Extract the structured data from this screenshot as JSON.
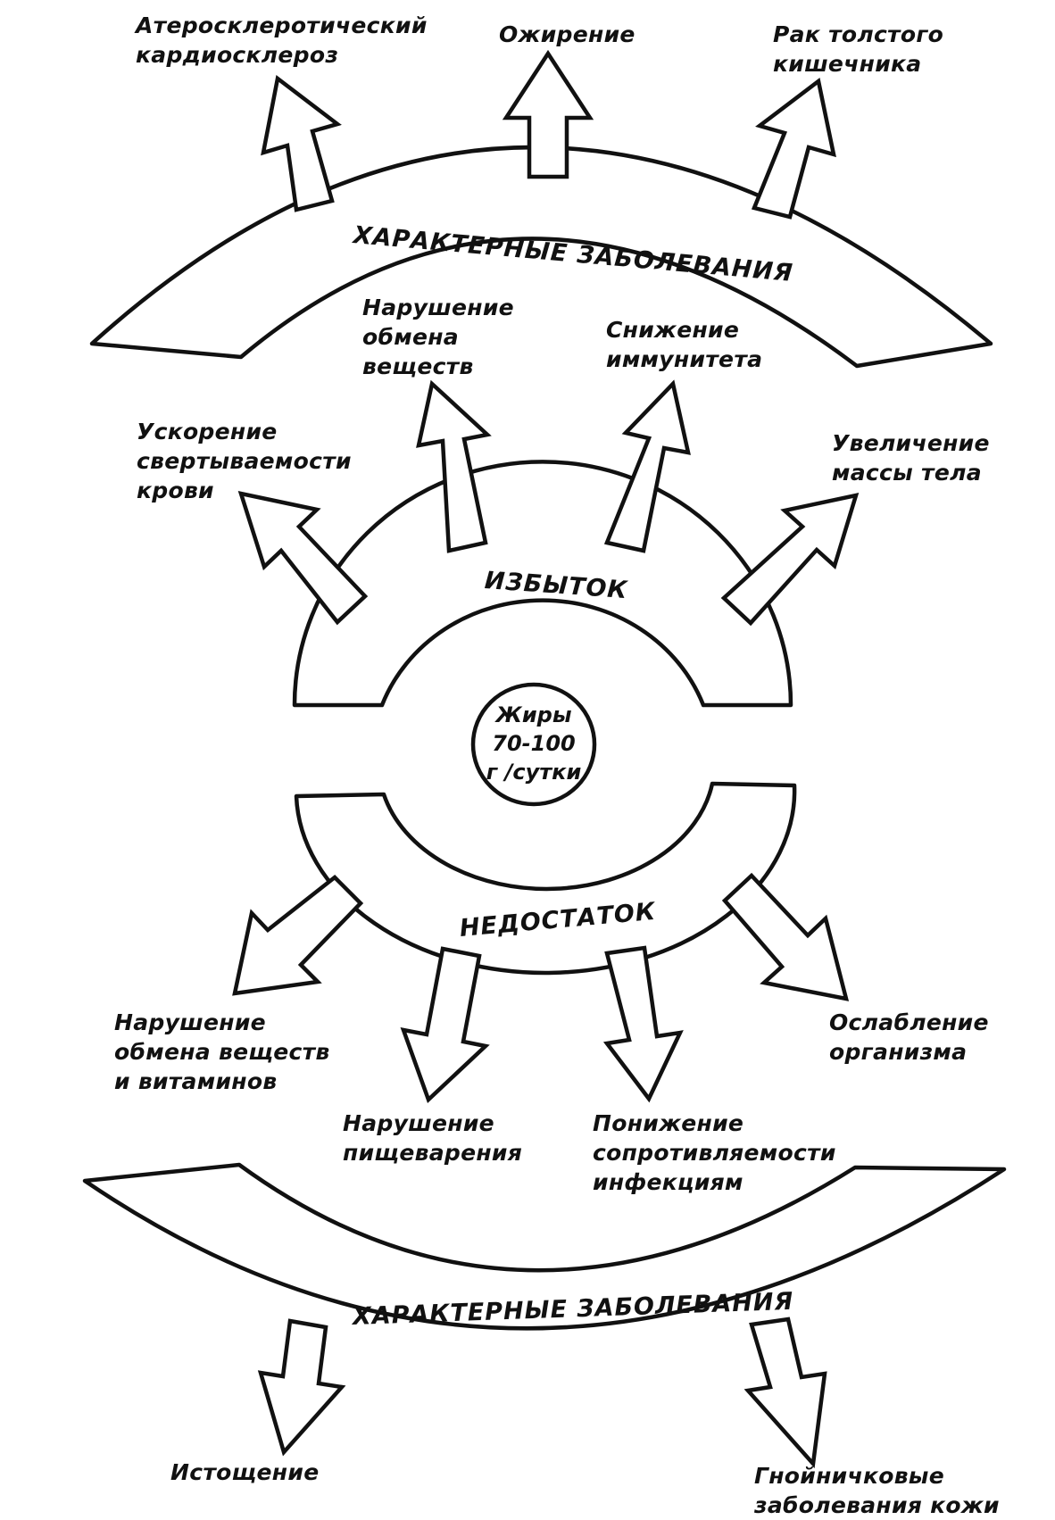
{
  "center": {
    "line1": "Жиры",
    "line2": "70-100",
    "line3": "г /сутки"
  },
  "inner_bands": {
    "excess_label": "ИЗБЫТОК",
    "deficiency_label": "НЕДОСТАТОК"
  },
  "outer_bands": {
    "top_title": "ХАРАКТЕРНЫЕ ЗАБОЛЕВАНИЯ",
    "bottom_title": "ХАРАКТЕРНЫЕ ЗАБОЛЕВАНИЯ"
  },
  "excess_effects": [
    {
      "lines": [
        "Ускорение",
        "свертываемости",
        "крови"
      ]
    },
    {
      "lines": [
        "Нарушение",
        "обмена",
        "веществ"
      ]
    },
    {
      "lines": [
        "Снижение",
        "иммунитета"
      ]
    },
    {
      "lines": [
        "Увеличение",
        "массы тела"
      ]
    }
  ],
  "excess_diseases": [
    {
      "lines": [
        "Атеросклеротический",
        "кардиосклероз"
      ]
    },
    {
      "lines": [
        "Ожирение"
      ]
    },
    {
      "lines": [
        "Рак толстого",
        "кишечника"
      ]
    }
  ],
  "deficiency_effects": [
    {
      "lines": [
        "Нарушение",
        "обмена веществ",
        "и витаминов"
      ]
    },
    {
      "lines": [
        "Нарушение",
        "пищеварения"
      ]
    },
    {
      "lines": [
        "Понижение",
        "сопротивляемости",
        "инфекциям"
      ]
    },
    {
      "lines": [
        "Ослабление",
        "организма"
      ]
    }
  ],
  "deficiency_diseases": [
    {
      "lines": [
        "Истощение"
      ]
    },
    {
      "lines": [
        "Гнойничковые",
        "заболевания кожи"
      ]
    }
  ]
}
